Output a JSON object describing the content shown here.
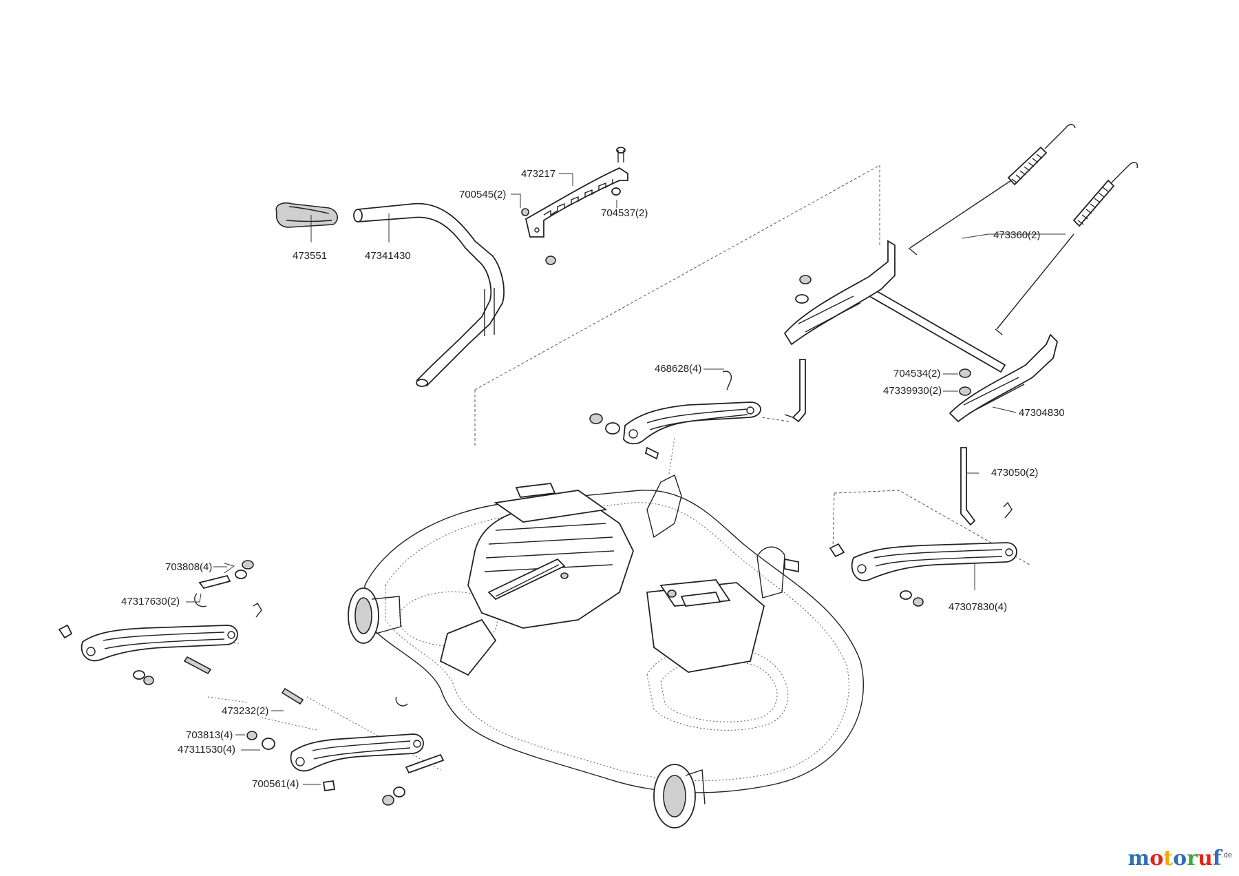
{
  "labels": {
    "p473551": "473551",
    "p47341430": "47341430",
    "p473217": "473217",
    "p700545": "700545(2)",
    "p704537": "704537(2)",
    "p473360": "473360(2)",
    "p468628": "468628(4)",
    "p704534": "704534(2)",
    "p47339930": "47339930(2)",
    "p47304830": "47304830",
    "p473050": "473050(2)",
    "p703808": "703808(4)",
    "p47317630": "47317630(2)",
    "p47307830": "47307830(4)",
    "p473232": "473232(2)",
    "p703813": "703813(4)",
    "p47311530": "47311530(4)",
    "p700561": "700561(4)"
  },
  "brand": {
    "letters": [
      "m",
      "o",
      "t",
      "o",
      "r",
      "u",
      "f"
    ],
    "suffix": ".de",
    "colors": [
      "#2e6fb7",
      "#e2231a",
      "#f2a900",
      "#2e6fb7",
      "#3aa935",
      "#e2231a",
      "#2e6fb7"
    ]
  }
}
